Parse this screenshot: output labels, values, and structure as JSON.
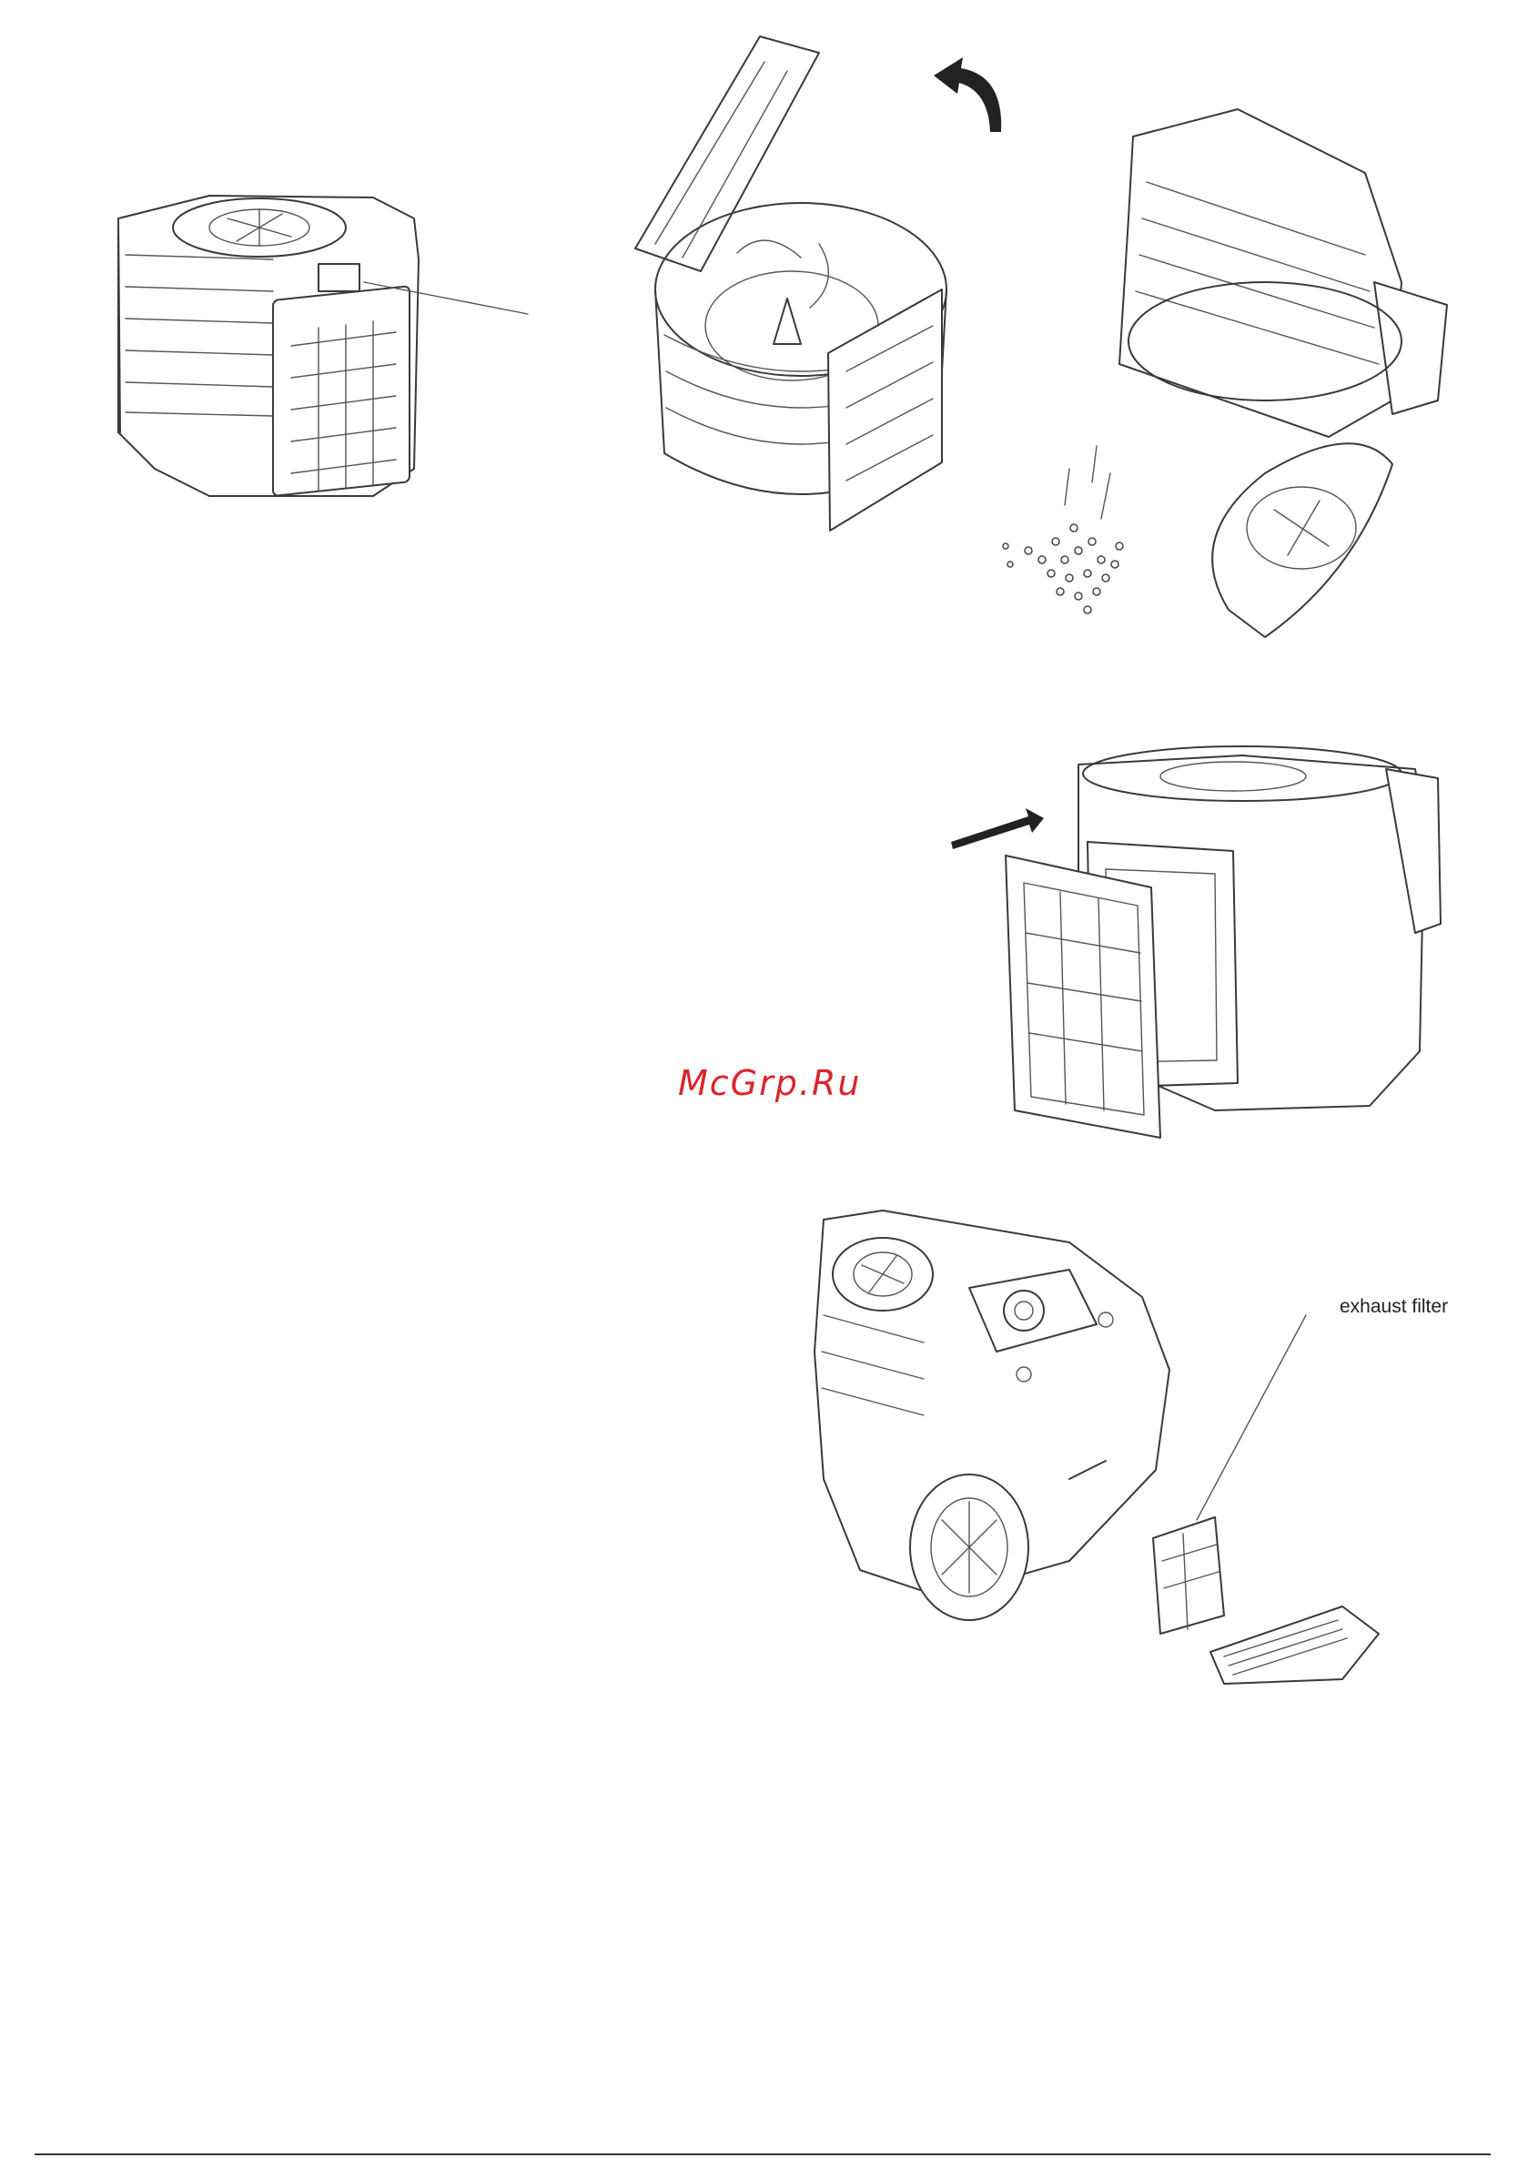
{
  "watermark": {
    "text": "McGrp.Ru",
    "color": "#d9262c"
  },
  "labels": {
    "exhaust_filter": "exhaust filter"
  },
  "figures": [
    {
      "name": "dust-container-with-filter",
      "icon": "dust-container-illustration"
    },
    {
      "name": "dust-container-lid-open",
      "icon": "dust-container-open-illustration"
    },
    {
      "name": "emptying-dust-container",
      "icon": "emptying-illustration"
    },
    {
      "name": "removing-container-filter",
      "icon": "filter-removal-illustration"
    },
    {
      "name": "exhaust-filter-removal",
      "icon": "vacuum-cleaner-illustration"
    }
  ]
}
